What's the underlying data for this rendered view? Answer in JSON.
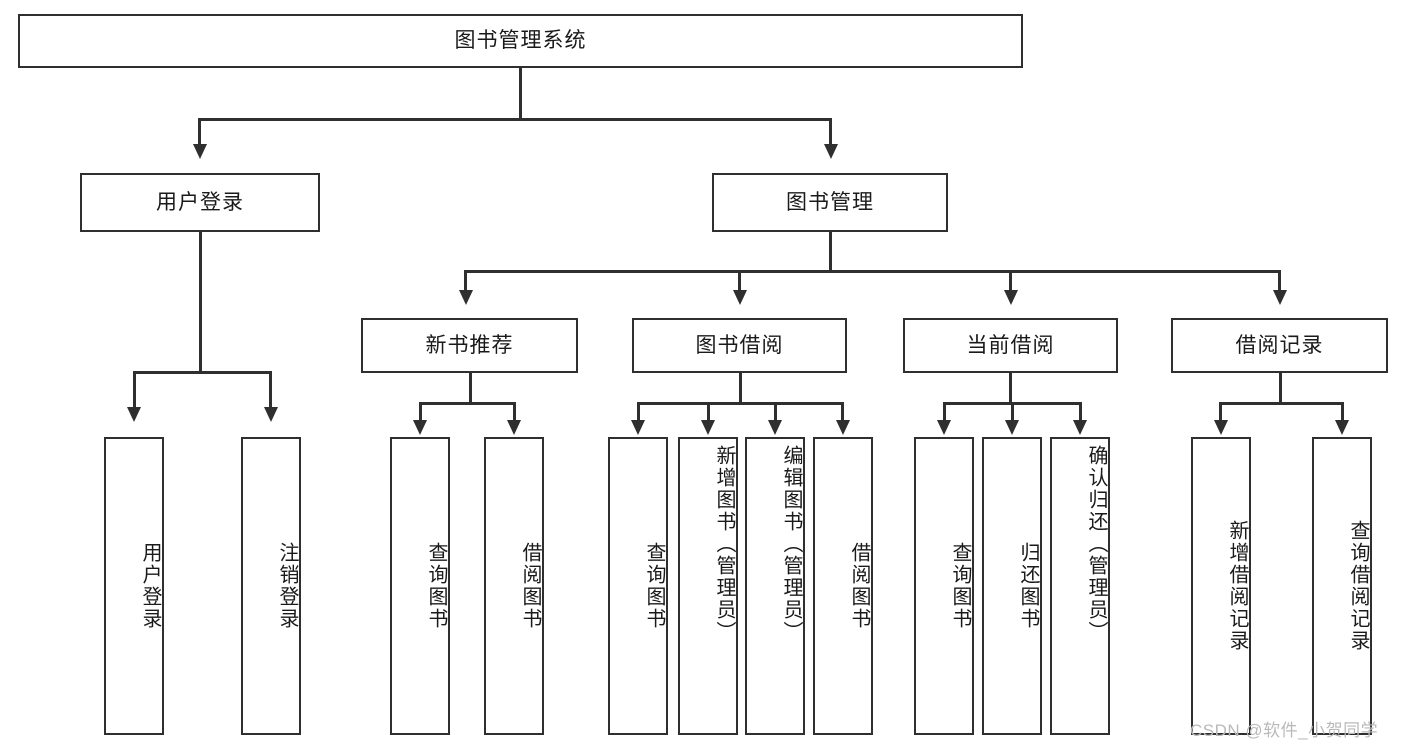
{
  "diagram": {
    "title": "图书管理系统",
    "type": "功能结构图",
    "root": {
      "label": "图书管理系统"
    },
    "level2": [
      {
        "label": "用户登录"
      },
      {
        "label": "图书管理"
      }
    ],
    "level3": [
      {
        "label": "新书推荐"
      },
      {
        "label": "图书借阅"
      },
      {
        "label": "当前借阅"
      },
      {
        "label": "借阅记录"
      }
    ],
    "leaves": {
      "user_login": [
        {
          "label": "用户登录"
        },
        {
          "label": "注销登录"
        }
      ],
      "new_book": [
        {
          "label": "查询图书"
        },
        {
          "label": "借阅图书"
        }
      ],
      "book_borrow": [
        {
          "label": "查询图书"
        },
        {
          "label": "新增图书（管理员）"
        },
        {
          "label": "编辑图书（管理员）"
        },
        {
          "label": "借阅图书"
        }
      ],
      "current_borrow": [
        {
          "label": "查询图书"
        },
        {
          "label": "归还图书"
        },
        {
          "label": "确认归还（管理员）"
        }
      ],
      "borrow_record": [
        {
          "label": "新增借阅记录"
        },
        {
          "label": "查询借阅记录"
        }
      ]
    }
  },
  "watermark": {
    "text": "CSDN @软件_小贺同学"
  },
  "colors": {
    "box_border": "#2f2f2f",
    "box_fill": "#ffffff",
    "text": "#1a1a1a",
    "connector": "#2f2f2f",
    "watermark": "#b9b9b9",
    "background": "#ffffff"
  }
}
